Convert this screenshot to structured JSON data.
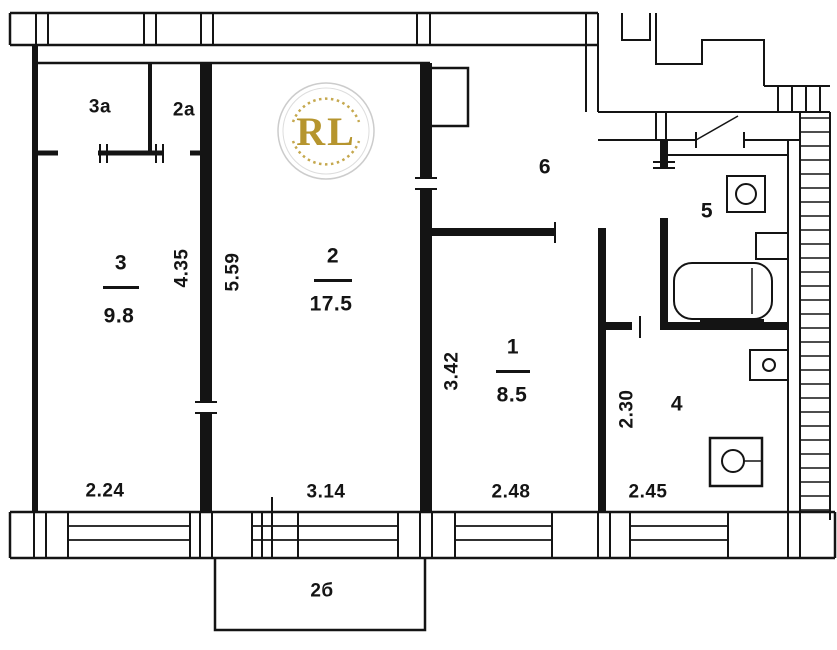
{
  "colors": {
    "logo_gold": "#b6952e",
    "ink": "#141414"
  },
  "logo": {
    "text": "RL"
  },
  "rooms": {
    "r3a": {
      "label": "3а"
    },
    "r2a": {
      "label": "2а"
    },
    "r3": {
      "label": "3",
      "area": "9.8"
    },
    "r2": {
      "label": "2",
      "area": "17.5"
    },
    "r1": {
      "label": "1",
      "area": "8.5"
    },
    "r6": {
      "label": "6"
    },
    "r5": {
      "label": "5"
    },
    "r4": {
      "label": "4"
    },
    "balcony": {
      "label": "2б"
    }
  },
  "dimensions": {
    "room3_height": "4.35",
    "room2_height": "5.59",
    "room1_height": "3.42",
    "room4_height": "2.30",
    "room3_width": "2.24",
    "room2_width": "3.14",
    "room1_width": "2.48",
    "room4_width": "2.45"
  }
}
